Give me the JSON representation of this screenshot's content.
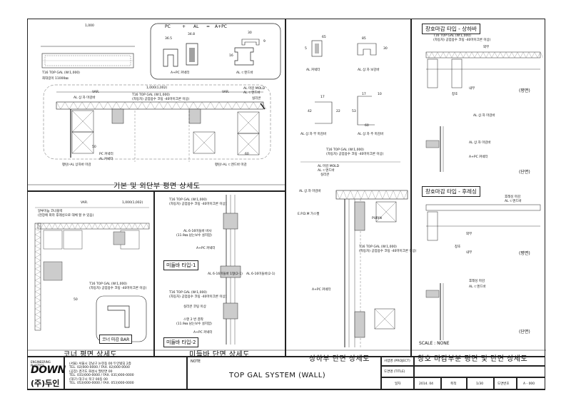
{
  "top_left": {
    "title": "기본 및 외단부 평면 상세도",
    "dims": {
      "top": "1,000",
      "main": "1,000(1,002)",
      "var_l": "VAR.",
      "var_r": "VAR.",
      "d60": "60",
      "d50": "50"
    },
    "part_note": [
      "T16 TOP GAL (W:1,000)",
      "최대길이 11000㎜"
    ],
    "combo": {
      "pc": "PC",
      "plus1": "+",
      "al": "AL",
      "eq": "=",
      "apc": "A+PC"
    },
    "combo_labels": {
      "connector": "A+PC 커넥터",
      "endcap": "AL ㄷ엔드바"
    },
    "profile_dims": {
      "d1": "36.5",
      "d2": "34.8",
      "d3": "16",
      "d4": "30",
      "d5": "9"
    },
    "notes": [
      "AL 상.하 마감바",
      "T16 TOP GAL (W:1,000)",
      "(자동차) 공업용수 코팅 -40마이크론 이상)",
      "AL 마감 MOLD",
      "AL ㄷ엔드바",
      "실리콘"
    ],
    "bottom_notes": [
      "PC 커넥터",
      "AL 커넥터"
    ],
    "detail_tags": [
      "평탄/-AL 상하바 마감",
      "평탄/-AL ㄷ엔드바 마감"
    ]
  },
  "top_mid": {
    "labels": [
      "AL 커넥터",
      "AL 상.하 보강바",
      "AL 상.하 부 마감바",
      "AL 상.하 주 마감바"
    ],
    "dims": [
      "65",
      "5",
      "85",
      "30",
      "42",
      "17",
      "22",
      "60",
      "53",
      "17",
      "10"
    ],
    "notes": [
      "T16 TOP GAL (W:1,000)",
      "(자동차) 공업용수 코팅 -40마이크론 이상)",
      "AL 마감 MOLD",
      "AL ㄷ엔드바",
      "실리콘",
      "AL 상.하 마감바",
      "E.P.D.M 가스켓",
      "PURIN",
      "T16 TOP GAL (W:1,000)",
      "(자동차) 공업용수 코팅 -40마이크론 이상)",
      "A+PC 커넥터"
    ],
    "title": "상하부 단면 상세도"
  },
  "right": {
    "sec1": "창호마감 타입 - 상하바",
    "sec2": "창호마감 타입 - 후레싱",
    "tags": [
      "(평면)",
      "(단면)",
      "(평면)",
      "(단면)"
    ],
    "labels": [
      "T16 TOP GAL (W:1,000)",
      "(자동차) 공업용수 코팅 -40마이크론 이상)",
      "외부",
      "내부",
      "창호",
      "AL 상.하 마감바",
      "AL 상.하 마감바",
      "A+PC 커넥터",
      "후레싱 마감",
      "AL ㄷ엔드바",
      "외부",
      "내부",
      "창호",
      "후레싱 마감",
      "AL ㄷ엔드바"
    ],
    "scale": "SCALE : NONE",
    "title": "창호 마감부분 평면 및 단면 상세도"
  },
  "bot_left": {
    "title": "코너 평면 상세도",
    "notes": [
      "알루미늄 코너블럭",
      "(현장에 따라 후레싱으로 대체 할 수 있음)",
      "T16 TOP GAL (W:1,000)",
      "(자동차) 공업용수 코팅 -40마이크론 이상)"
    ],
    "dims": {
      "var": "VAR.",
      "top": "1,000(1,002)",
      "d50": "50"
    },
    "box": "코너 마감 BAR"
  },
  "bot_mid": {
    "title": "미들바 단면 상세도",
    "type1": "미들바 타입-1",
    "type2": "미들바 타입-2",
    "notes": [
      "T16 TOP GAL (W:1,000)",
      "(자동차) 공업용수 코팅 -40마이크론 이상)",
      "AL 6-16미들바 바사",
      "(11.9㎜ 남는보수 설치함)",
      "A+PC 커넥터",
      "AL 6-16미들바 1형(2-1)",
      "AL 6-16미들바(2-1)",
      "T16 TOP GAL (W:1,000)",
      "(자동차) 공업용수 코팅 -40마이크론 이상)",
      "실리콘 코팅 이상",
      "스텐 2 번 결착",
      "(11.9㎜ 남는보수 설치함)",
      "A+PC 커넥터"
    ]
  },
  "titleblock": {
    "brand_top": "ENGINEERING PLASTICS",
    "brand": "DOWN",
    "brand_ko": "(주)두인",
    "company_lines": [
      "(서울) 서울시 강남구 논현동 00 두인빌딩 2층",
      "TEL. 02)000-0000 / FAX. 02)000-0000",
      "(공장) 경기도 화성시 팔탄면 00",
      "TEL. 031)000-0000 / FAX. 031)000-0000",
      "(대구) 대구시 북구 00동 00",
      "TEL. 053)000-0000 / FAX. 053)000-0000"
    ],
    "note_label": "NOTE",
    "main_title": "TOP GAL SYSTEM (WALL)",
    "project_label": "사업명 (PROJECT)",
    "title_label": "도면명 (TITLE)",
    "date_label": "일자",
    "date": "2014. 04",
    "scale_label": "축척",
    "scale": "1/30",
    "dwg_label": "도면번호",
    "dwg": "A - 000"
  }
}
